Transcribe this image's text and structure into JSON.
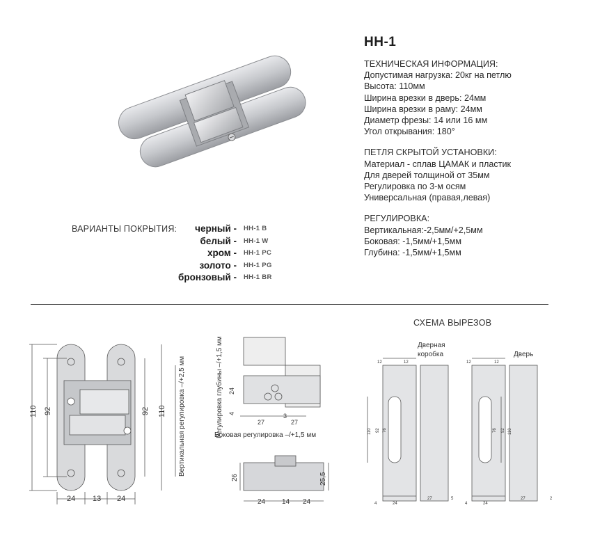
{
  "product": {
    "title": "HH-1",
    "tech_header": "ТЕХНИЧЕСКАЯ ИНФОРМАЦИЯ:",
    "tech_lines": [
      "Допустимая нагрузка: 20кг на петлю",
      "Высота: 110мм",
      "Ширина врезки в дверь: 24мм",
      "Ширина врезки в раму: 24мм",
      "Диаметр фрезы: 14 или 16 мм",
      "Угол открывания: 180°"
    ],
    "hinge_header": "ПЕТЛЯ СКРЫТОЙ УСТАНОВКИ:",
    "hinge_lines": [
      "Материал - сплав ЦАМАК и пластик",
      "Для дверей толщиной от 35мм",
      "Регулировка по 3-м осям",
      "Универсальная (правая,левая)"
    ],
    "adjust_header": "РЕГУЛИРОВКА:",
    "adjust_lines": [
      "Вертикальная:-2,5мм/+2,5мм",
      "Боковая: -1,5мм/+1,5мм",
      "Глубина: -1,5мм/+1,5мм"
    ]
  },
  "variants": {
    "label": "ВАРИАНТЫ ПОКРЫТИЯ:",
    "items": [
      {
        "name": "черный -",
        "code": "HH-1 B"
      },
      {
        "name": "белый -",
        "code": "HH-1 W"
      },
      {
        "name": "хром -",
        "code": "HH-1 PC"
      },
      {
        "name": "золото -",
        "code": "HH-1 PG"
      },
      {
        "name": "бронзовый -",
        "code": "HH-1 BR"
      }
    ]
  },
  "drawing_front": {
    "dim_110_left": "110",
    "dim_92_left": "92",
    "dim_92_right": "92",
    "dim_110_right": "110",
    "dim_24_a": "24",
    "dim_13": "13",
    "dim_24_b": "24",
    "vertical_adjust": "Вертикальная регулировка –/+2,5 мм"
  },
  "drawing_side": {
    "depth_adjust": "Регулировка глубины –/+1,5 мм",
    "side_adjust": "Боковая регулировка –/+1,5 мм",
    "dim_24": "24",
    "dim_4": "4",
    "dim_27_a": "27",
    "dim_3": "3",
    "dim_27_b": "27",
    "dim_26": "26",
    "dim_25_5": "25,5",
    "dim_24_bottom": "24",
    "dim_14": "14",
    "dim_24_bottom_b": "24"
  },
  "schema": {
    "title": "СХЕМА ВЫРЕЗОВ",
    "frame_label_1": "Дверная",
    "frame_label_2": "коробка",
    "door_label": "Дверь",
    "dims": [
      "12",
      "12",
      "12",
      "12",
      "110",
      "92",
      "76",
      "76",
      "92",
      "110",
      "4",
      "24",
      "27",
      "5",
      "4",
      "24",
      "27",
      "2"
    ]
  }
}
